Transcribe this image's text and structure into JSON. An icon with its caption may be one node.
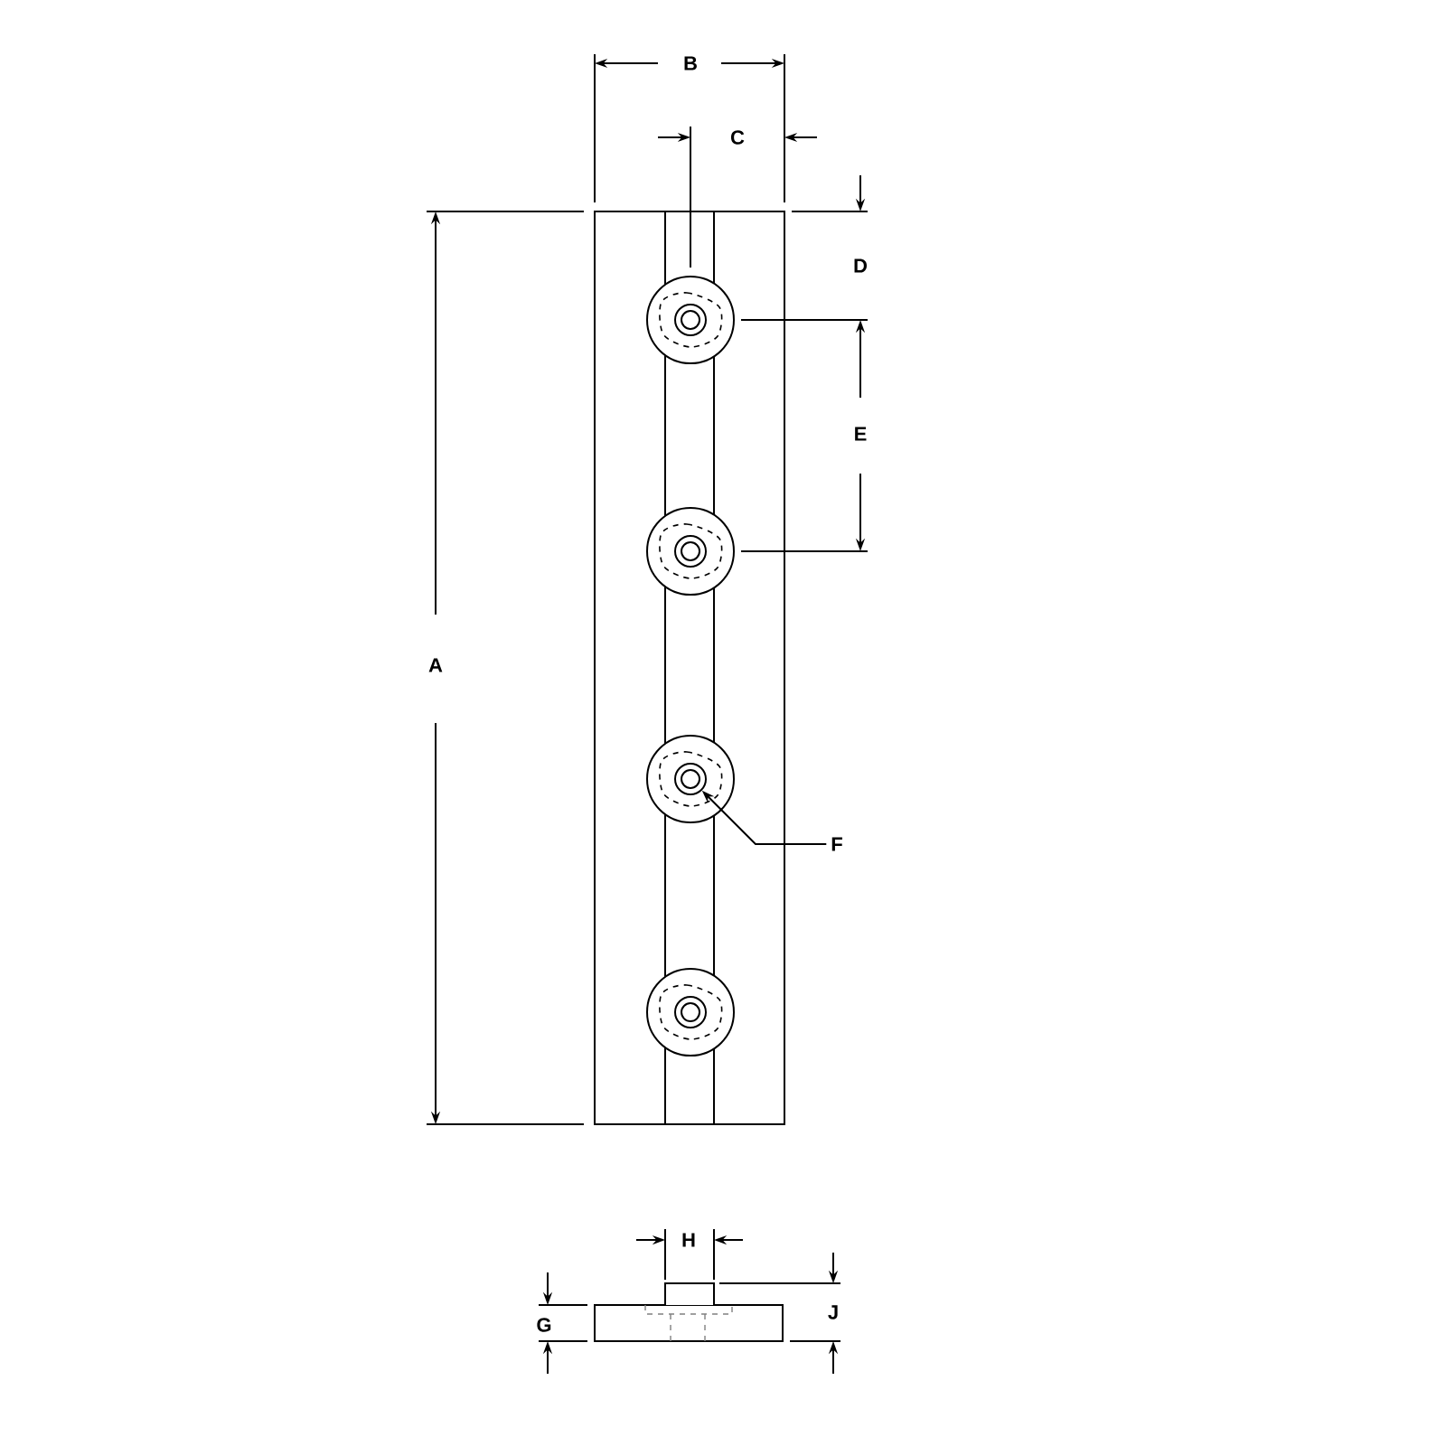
{
  "diagram": {
    "nodes": [
      {
        "text": [
          "F"
        ]
      },
      {
        "text": [],
        "shape": "circle"
      }
    ],
    "edges": [
      {
        "from": 0,
        "to": 1,
        "arrow": "to"
      }
    ],
    "labels": [
      "B",
      "C",
      "D",
      "E",
      "A",
      "H",
      "J",
      "G"
    ]
  }
}
